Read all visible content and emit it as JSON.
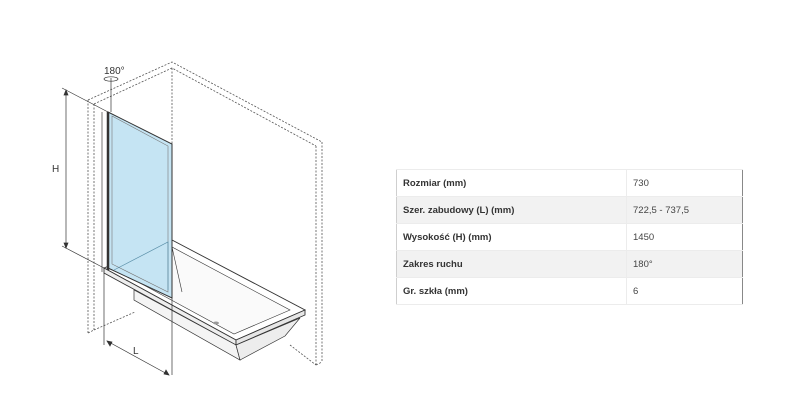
{
  "diagram": {
    "rotation_label": "180°",
    "height_dim_label": "H",
    "width_dim_label": "L",
    "glass_color": "#c5e4f3"
  },
  "specs": {
    "rows": [
      {
        "label": "Rozmiar (mm)",
        "value": "730"
      },
      {
        "label": "Szer. zabudowy (L) (mm)",
        "value": "722,5 - 737,5"
      },
      {
        "label": "Wysokość (H) (mm)",
        "value": "1450"
      },
      {
        "label": "Zakres ruchu",
        "value": "180°"
      },
      {
        "label": "Gr. szkła (mm)",
        "value": "6"
      }
    ]
  }
}
